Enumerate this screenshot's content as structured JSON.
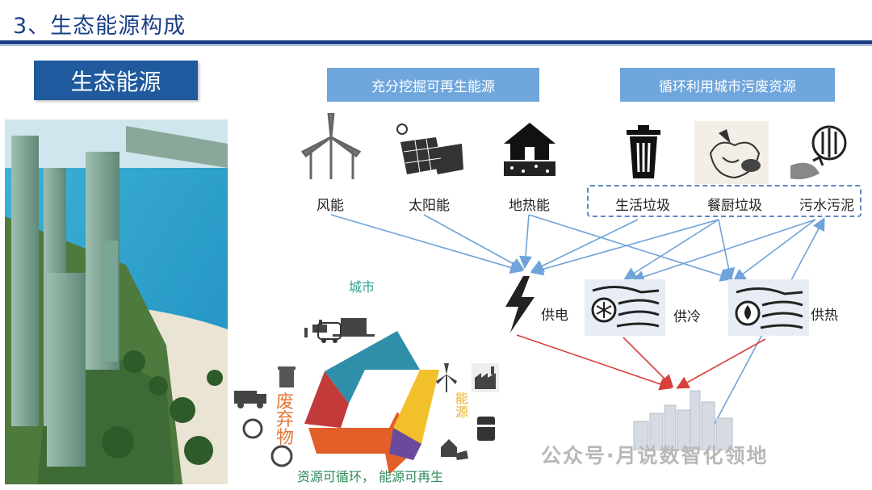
{
  "header": {
    "title": "3、生态能源构成"
  },
  "section_label": "生态能源",
  "blue_boxes": [
    {
      "label": "充分挖掘可再生能源"
    },
    {
      "label": "循环利用城市污废资源"
    }
  ],
  "sources": [
    {
      "label": "风能",
      "icon": "wind-turbine-icon"
    },
    {
      "label": "太阳能",
      "icon": "solar-panel-icon"
    },
    {
      "label": "地热能",
      "icon": "geothermal-house-icon"
    },
    {
      "label": "生活垃圾",
      "icon": "trash-can-icon"
    },
    {
      "label": "餐厨垃圾",
      "icon": "food-waste-icon"
    },
    {
      "label": "污水污泥",
      "icon": "sewage-pipe-icon"
    }
  ],
  "outputs": [
    {
      "label": "供电",
      "icon": "lightning-icon"
    },
    {
      "label": "供冷",
      "icon": "cooling-icon"
    },
    {
      "label": "供热",
      "icon": "heating-icon"
    }
  ],
  "cycle": {
    "city": "城市",
    "waste": "废弃物",
    "energy": "能源",
    "caption": "资源可循环， 能源可再生"
  },
  "watermark": "公众号·月说数智化领地",
  "colors": {
    "title": "#1b3f86",
    "dark_box": "#1f5a9e",
    "light_box": "#6fa6dc",
    "blue_arrow": "#6fa3d9",
    "red_arrow": "#d9403a"
  }
}
